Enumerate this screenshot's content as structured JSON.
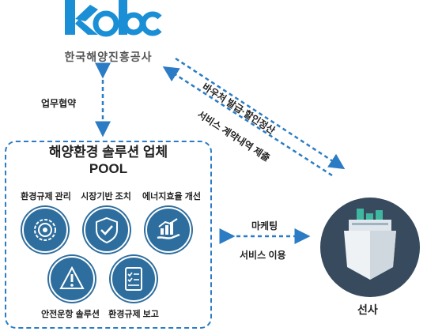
{
  "logo": {
    "wordmark": "kobc",
    "org_name": "한국해양진흥공사"
  },
  "arrows": {
    "vertical_label": "업무협약",
    "diagonal_top_label": "바우처 발급·할인정산",
    "diagonal_bottom_label": "서비스 계약내역 제출",
    "horizontal_top_label": "마케팅",
    "horizontal_bottom_label": "서비스 이용"
  },
  "pool": {
    "title_line1": "해양환경 솔루션 업체",
    "title_line2": "POOL",
    "services": [
      {
        "label": "환경규제 관리",
        "icon": "gear-target-icon"
      },
      {
        "label": "시장기반 조치",
        "icon": "shield-check-icon"
      },
      {
        "label": "에너지효율 개선",
        "icon": "growth-chart-hand-icon"
      },
      {
        "label": "안전운항 솔루션",
        "icon": "warning-siren-icon"
      },
      {
        "label": "환경규제 보고",
        "icon": "report-checklist-icon"
      }
    ]
  },
  "ship_owner": {
    "label": "선사",
    "icon": "ship-icon"
  },
  "colors": {
    "accent": "#2b7cc4",
    "logo": "#1b8fd6",
    "icon_circle": "#2e6e9e",
    "ship_circle": "#374a5e",
    "ship_cargo": "#3fb7a0"
  }
}
